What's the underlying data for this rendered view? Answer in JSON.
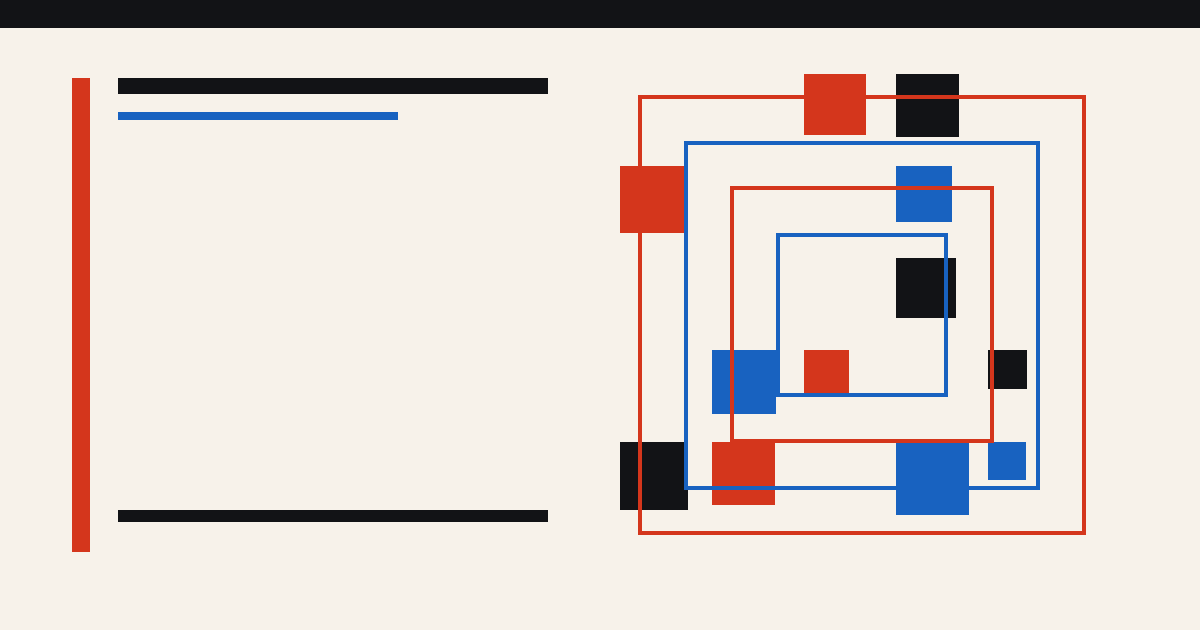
{
  "colors": {
    "background": "#f7f2ea",
    "top_bar": "#121316",
    "red": "#d4361c",
    "blue": "#1862c0",
    "black": "#121316"
  },
  "left_panel": {
    "accent_bar_color": "red",
    "rules": [
      {
        "name": "top-black-rule",
        "color": "black"
      },
      {
        "name": "blue-rule",
        "color": "blue"
      },
      {
        "name": "bottom-black-rule",
        "color": "black"
      }
    ]
  },
  "composition": {
    "frames": [
      {
        "name": "outer-red-frame",
        "color": "red"
      },
      {
        "name": "outer-blue-frame",
        "color": "blue"
      },
      {
        "name": "inner-red-frame",
        "color": "red"
      },
      {
        "name": "inner-blue-frame",
        "color": "blue"
      }
    ],
    "blocks": [
      {
        "name": "red-block",
        "color": "red"
      },
      {
        "name": "black-block",
        "color": "black"
      },
      {
        "name": "red-block",
        "color": "red"
      },
      {
        "name": "blue-block",
        "color": "blue"
      },
      {
        "name": "black-block",
        "color": "black"
      },
      {
        "name": "blue-block",
        "color": "blue"
      },
      {
        "name": "red-block",
        "color": "red"
      },
      {
        "name": "black-block",
        "color": "black"
      },
      {
        "name": "black-block",
        "color": "black"
      },
      {
        "name": "red-block",
        "color": "red"
      },
      {
        "name": "blue-block",
        "color": "blue"
      },
      {
        "name": "blue-block",
        "color": "blue"
      }
    ]
  }
}
